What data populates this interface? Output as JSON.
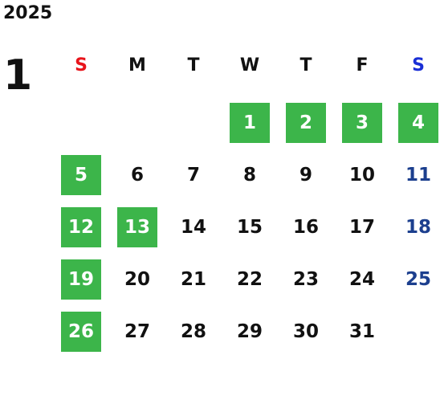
{
  "calendar": {
    "year": "2025",
    "month": "1",
    "colors": {
      "highlight_bg": "#3cb54a",
      "sunday_header": "#e8141b",
      "saturday_header": "#1a2fd6",
      "saturday_date": "#1c3f8e"
    },
    "weekdays": [
      {
        "label": "S",
        "kind": "sun"
      },
      {
        "label": "M",
        "kind": "normal"
      },
      {
        "label": "T",
        "kind": "normal"
      },
      {
        "label": "W",
        "kind": "normal"
      },
      {
        "label": "T",
        "kind": "normal"
      },
      {
        "label": "F",
        "kind": "normal"
      },
      {
        "label": "S",
        "kind": "sat"
      }
    ],
    "weeks": [
      [
        null,
        null,
        null,
        {
          "day": "1",
          "highlight": true
        },
        {
          "day": "2",
          "highlight": true
        },
        {
          "day": "3",
          "highlight": true
        },
        {
          "day": "4",
          "highlight": true
        }
      ],
      [
        {
          "day": "5",
          "highlight": true
        },
        {
          "day": "6"
        },
        {
          "day": "7"
        },
        {
          "day": "8"
        },
        {
          "day": "9"
        },
        {
          "day": "10"
        },
        {
          "day": "11"
        }
      ],
      [
        {
          "day": "12",
          "highlight": true
        },
        {
          "day": "13",
          "highlight": true
        },
        {
          "day": "14"
        },
        {
          "day": "15"
        },
        {
          "day": "16"
        },
        {
          "day": "17"
        },
        {
          "day": "18"
        }
      ],
      [
        {
          "day": "19",
          "highlight": true
        },
        {
          "day": "20"
        },
        {
          "day": "21"
        },
        {
          "day": "22"
        },
        {
          "day": "23"
        },
        {
          "day": "24"
        },
        {
          "day": "25"
        }
      ],
      [
        {
          "day": "26",
          "highlight": true
        },
        {
          "day": "27"
        },
        {
          "day": "28"
        },
        {
          "day": "29"
        },
        {
          "day": "30"
        },
        {
          "day": "31"
        },
        null
      ]
    ]
  }
}
